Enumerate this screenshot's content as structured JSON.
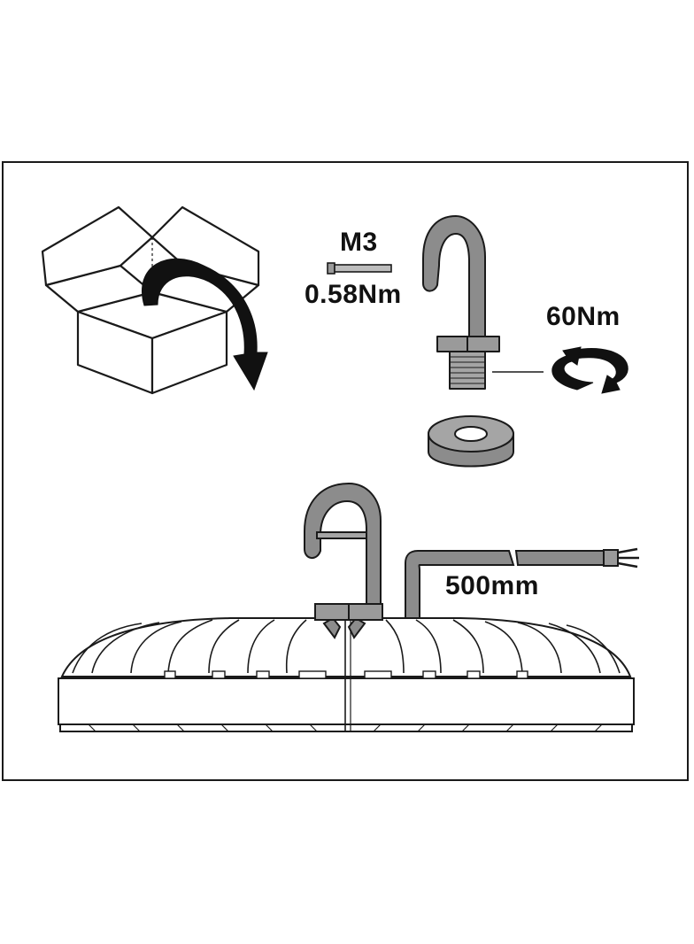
{
  "labels": {
    "screw_size": "M3",
    "screw_torque": "0.58Nm",
    "hook_torque": "60Nm",
    "cable_length": "500mm"
  },
  "icons": [
    "box-icon",
    "rotate-arrow-icon",
    "screw-icon",
    "hook-icon",
    "washer-icon",
    "torque-rotation-icon",
    "highbay-luminaire-icon",
    "cable-icon"
  ],
  "colors": {
    "outline": "#1a1a1a",
    "part_fill": "#8c8c8c",
    "part_light": "#bdbdbd",
    "background": "#ffffff"
  }
}
